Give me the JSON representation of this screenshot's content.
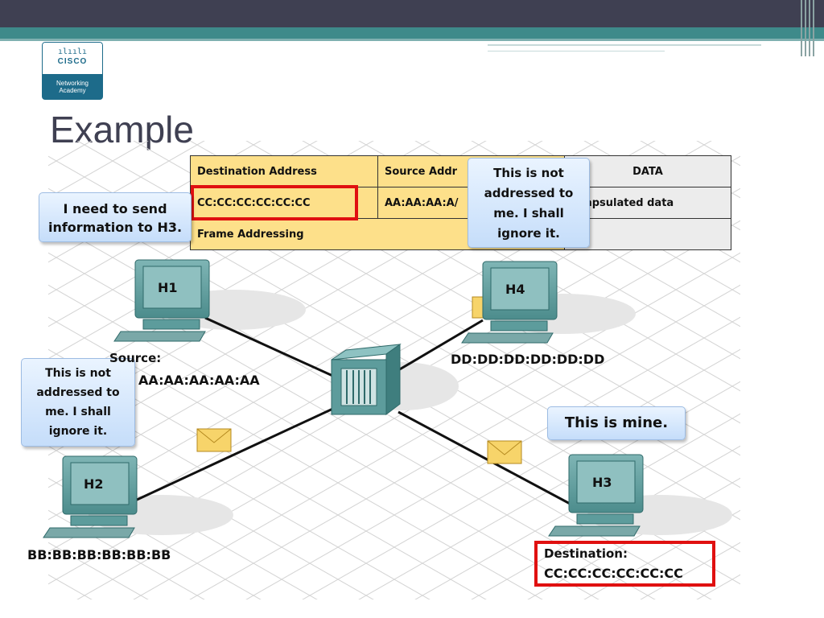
{
  "slide": {
    "title": "Example"
  },
  "logo": {
    "brand": "CISCO",
    "subtitle_line1": "Networking",
    "subtitle_line2": "Academy"
  },
  "frame_table": {
    "headers": [
      "Destination Address",
      "Source Addr",
      "DATA"
    ],
    "values": [
      "CC:CC:CC:CC:CC:CC",
      "AA:AA:AA:A/",
      "ncapsulated data"
    ],
    "footer": "Frame Addressing"
  },
  "hosts": {
    "h1": {
      "name": "H1",
      "label_line1": "Source:",
      "label_line2": "AA:AA:AA:AA:AA"
    },
    "h2": {
      "name": "H2",
      "mac": "BB:BB:BB:BB:BB:BB"
    },
    "h3": {
      "name": "H3",
      "label_line1": "Destination:",
      "label_line2": "CC:CC:CC:CC:CC:CC"
    },
    "h4": {
      "name": "H4",
      "mac": "DD:DD:DD:DD:DD:DD"
    }
  },
  "bubbles": {
    "h1": [
      "I need to send",
      "information to H3."
    ],
    "h2": [
      "This is not",
      "addressed to",
      "me. I shall",
      "ignore it."
    ],
    "h4": [
      "This is not",
      "addressed to",
      "me. I shall",
      "ignore it."
    ],
    "h3": [
      "This is mine."
    ]
  },
  "colors": {
    "topbar": "#3f4052",
    "teal": "#3e8a8a",
    "highlight": "#e01010",
    "table_fill": "#fde08a",
    "device": "#5d9c9c"
  }
}
